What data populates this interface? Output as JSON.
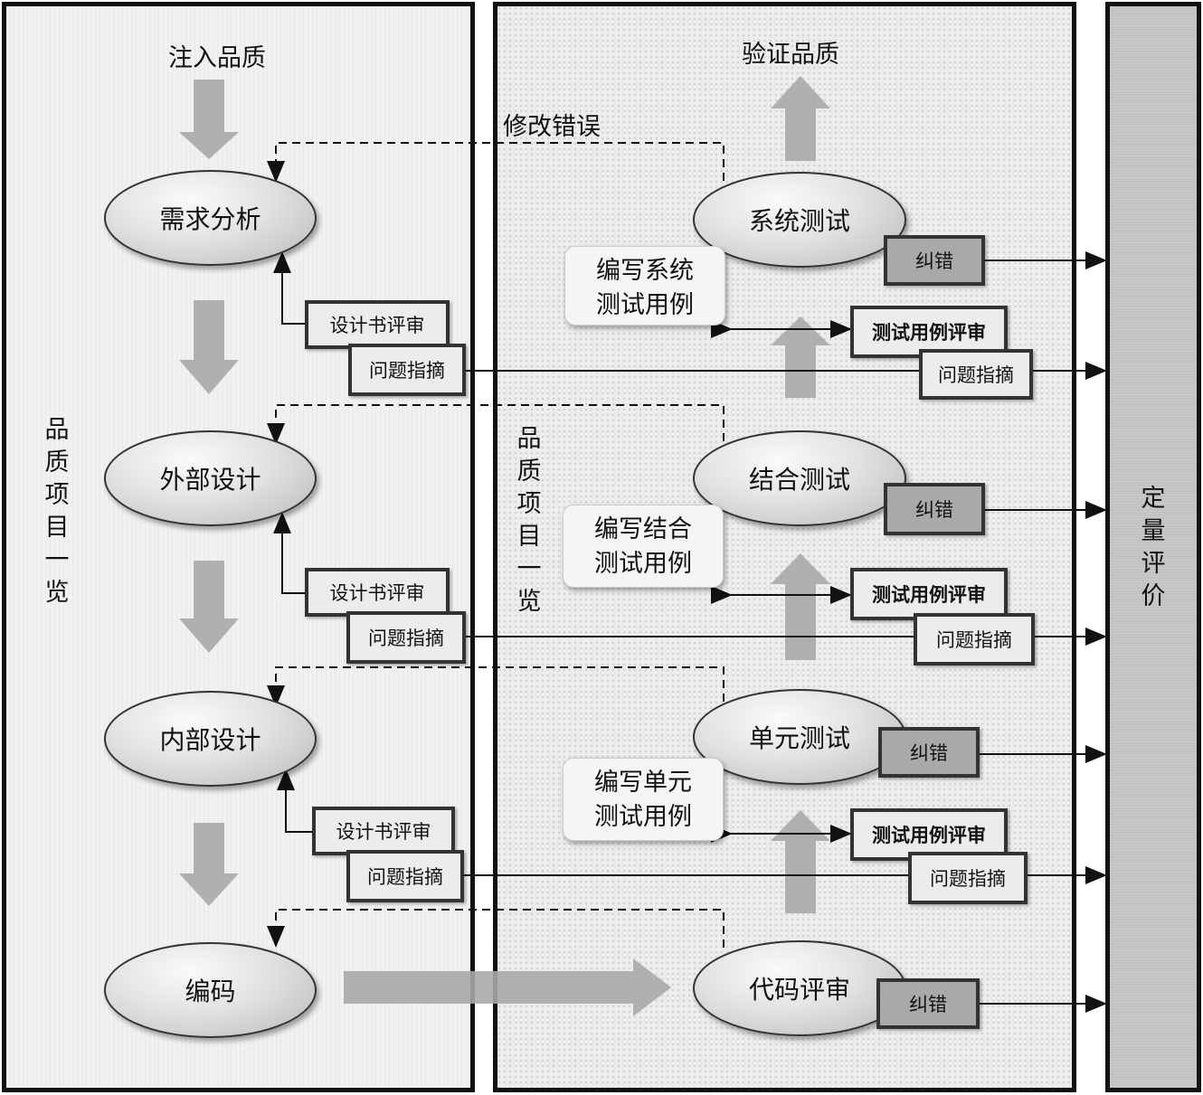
{
  "titles": {
    "inject_quality": "注入品质",
    "verify_quality": "验证品质",
    "fix_errors": "修改错误"
  },
  "vertical_labels": {
    "left": "品质项目一览",
    "middle": "品质项目一览",
    "right": "定量评价"
  },
  "design_phases": [
    {
      "label": "需求分析"
    },
    {
      "label": "外部设计"
    },
    {
      "label": "内部设计"
    },
    {
      "label": "编码"
    }
  ],
  "test_phases": [
    {
      "label": "系统测试"
    },
    {
      "label": "结合测试"
    },
    {
      "label": "单元测试"
    },
    {
      "label": "代码评审"
    }
  ],
  "write_test_cases": [
    {
      "line1": "编写系统",
      "line2": "测试用例"
    },
    {
      "line1": "编写结合",
      "line2": "测试用例"
    },
    {
      "line1": "编写单元",
      "line2": "测试用例"
    }
  ],
  "design_review_label": "设计书评审",
  "issue_point_label": "问题指摘",
  "correction_label": "纠错",
  "test_case_review_label": "测试用例评审",
  "colors": {
    "border": "#111111",
    "arrow_fill": "#a8a8a8",
    "box_fill": "#ececec",
    "box_dark_fill": "#a9a9a9"
  }
}
